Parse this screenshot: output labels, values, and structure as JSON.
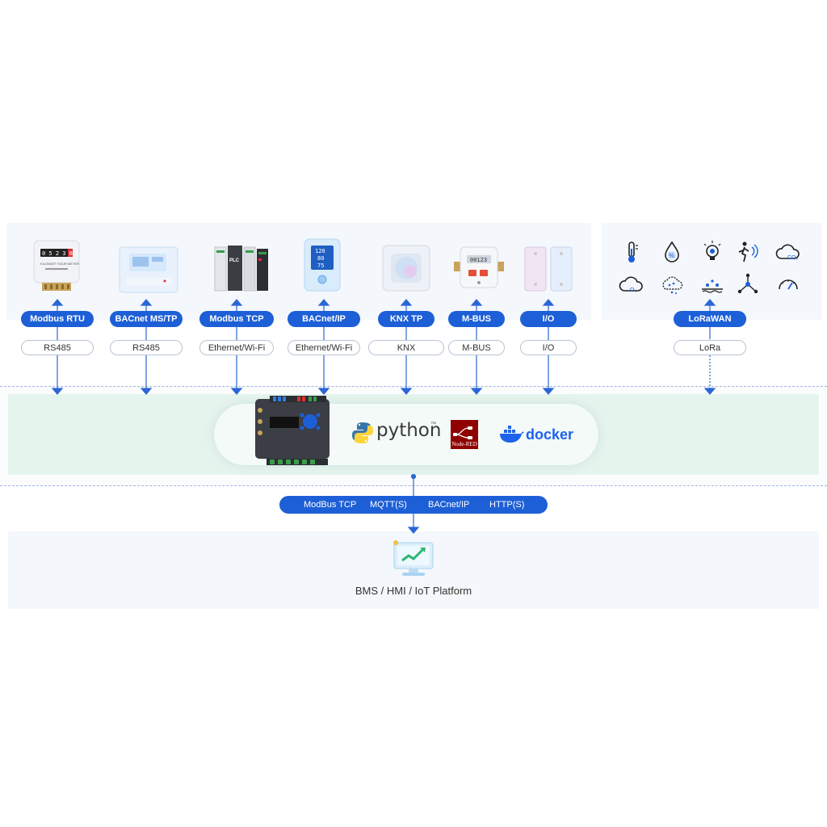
{
  "devices": [
    {
      "name": "energy-meter",
      "protocol": "Modbus RTU",
      "medium": "RS485"
    },
    {
      "name": "thermostat",
      "protocol": "BACnet MS/TP",
      "medium": "RS485"
    },
    {
      "name": "plc",
      "protocol": "Modbus TCP",
      "medium": "Ethernet/Wi-Fi"
    },
    {
      "name": "bacnet-controller",
      "protocol": "BACnet/IP",
      "medium": "Ethernet/Wi-Fi"
    },
    {
      "name": "knx-switch",
      "protocol": "KNX TP",
      "medium": "KNX"
    },
    {
      "name": "water-meter",
      "protocol": "M-BUS",
      "medium": "M-BUS"
    },
    {
      "name": "io-panel",
      "protocol": "I/O",
      "medium": "I/O"
    }
  ],
  "device_text": {
    "meter_digits": "0 5 2 3 8",
    "meter_caption": "KILOWATT HOUR METER",
    "plc_label": "PLC",
    "bp_values": [
      "120",
      "80",
      "75"
    ],
    "water_digits": "00123"
  },
  "sensors": {
    "protocol": "LoRaWAN",
    "medium": "LoRa",
    "icons": [
      "thermometer-icon",
      "humidity-icon",
      "light-icon",
      "motion-icon",
      "co2-icon",
      "o3-icon",
      "particulate-icon",
      "leak-icon",
      "network-icon",
      "pressure-gauge-icon"
    ],
    "co2_label": "CO₂",
    "o3_label": "O₃",
    "humidity_label": "%"
  },
  "gateway": {
    "python_label": "python",
    "python_tm": "™",
    "nodered_label": "Node-RED",
    "docker_label": "docker"
  },
  "northbound": [
    "ModBus TCP",
    "MQTT(S)",
    "BACnet/IP",
    "HTTP(S)"
  ],
  "bms_label": "BMS / HMI / IoT Platform",
  "colors": {
    "accent": "#1d5fd6",
    "gateway_bg": "#e6f4ee",
    "panel_bg": "#f4f7fb",
    "nodered": "#8f0000",
    "python_blue": "#3776ab",
    "python_yellow": "#ffd43b",
    "docker": "#1d63ed"
  }
}
